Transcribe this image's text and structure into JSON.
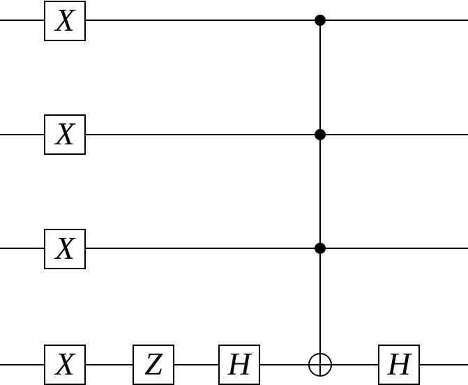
{
  "diagram": {
    "type": "quantum-circuit",
    "qubit_count": 4,
    "colors": {
      "line": "#000000",
      "background": "#ffffff",
      "gate_fill": "#ffffff",
      "control_dot": "#000000"
    },
    "gate_labels": {
      "q0_x": "X",
      "q1_x": "X",
      "q2_x": "X",
      "q3_x": "X",
      "q3_z": "Z",
      "q3_h_before": "H",
      "q3_h_after": "H"
    },
    "multi_controlled_gate": {
      "controls": [
        "qubit-0",
        "qubit-1",
        "qubit-2"
      ],
      "target": "qubit-3",
      "target_symbol": "oplus-circle"
    }
  }
}
